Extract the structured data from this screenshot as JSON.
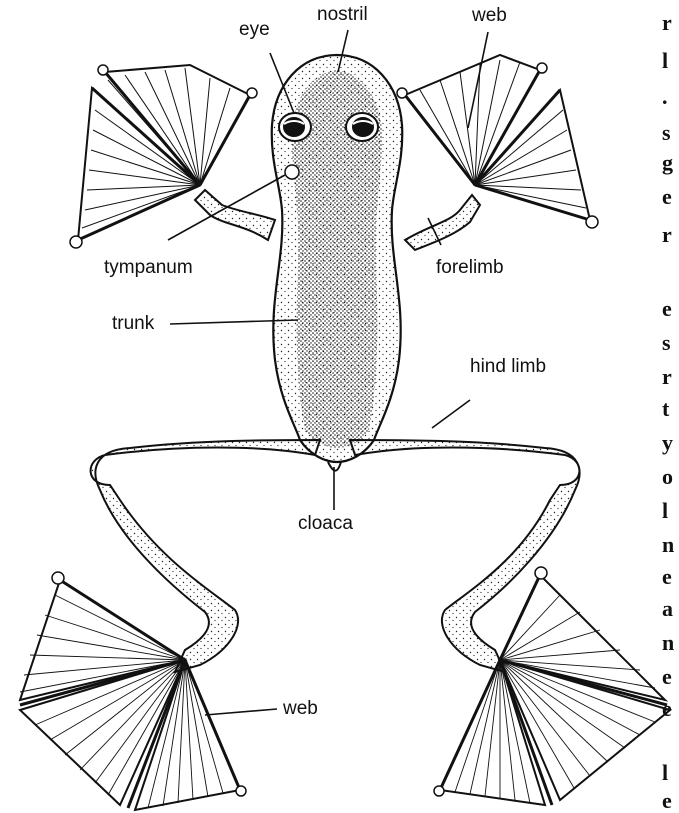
{
  "diagram": {
    "labels": {
      "eye": "eye",
      "nostril": "nostril",
      "web_top": "web",
      "tympanum": "tympanum",
      "forelimb": "forelimb",
      "trunk": "trunk",
      "hind_limb": "hind limb",
      "cloaca": "cloaca",
      "web_bottom": "web"
    },
    "cropped_text_fragments": [
      "r",
      "l",
      ".",
      "s",
      "g",
      "e",
      "r",
      "e",
      "s",
      "r",
      "t",
      "y",
      "o",
      "l",
      "n",
      "e",
      "a",
      "n",
      "e",
      "e",
      "l",
      "e"
    ],
    "colors": {
      "ink": "#111111",
      "paper": "#ffffff"
    }
  }
}
